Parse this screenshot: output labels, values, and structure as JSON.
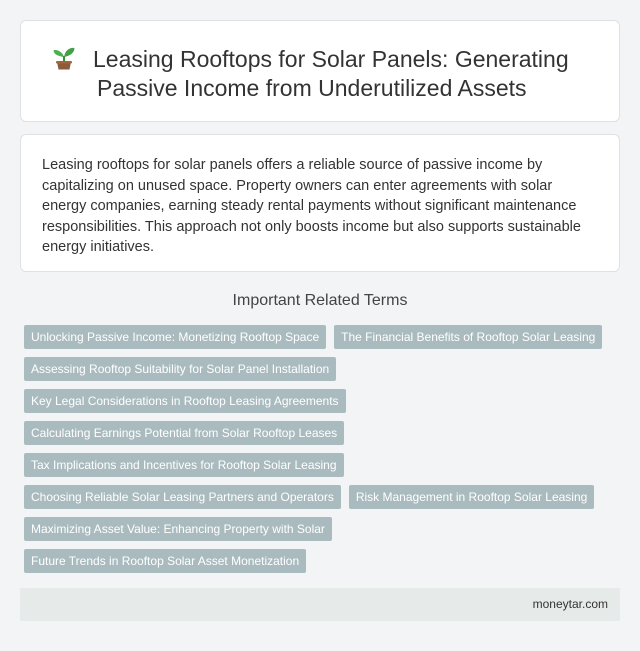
{
  "header": {
    "icon": "seedling-icon",
    "title_line1": "Leasing Rooftops for Solar Panels: Generating",
    "title_line2": "Passive Income from Underutilized Assets"
  },
  "intro": {
    "text": "Leasing rooftops for solar panels offers a reliable source of passive income by capitalizing on unused space. Property owners can enter agreements with solar energy companies, earning steady rental payments without significant maintenance responsibilities. This approach not only boosts income but also supports sustainable energy initiatives."
  },
  "related": {
    "heading": "Important Related Terms",
    "rows": [
      [
        "Unlocking Passive Income: Monetizing Rooftop Space",
        "The Financial Benefits of Rooftop Solar Leasing"
      ],
      [
        "Assessing Rooftop Suitability for Solar Panel Installation"
      ],
      [
        "Key Legal Considerations in Rooftop Leasing Agreements"
      ],
      [
        "Calculating Earnings Potential from Solar Rooftop Leases"
      ],
      [
        "Tax Implications and Incentives for Rooftop Solar Leasing"
      ],
      [
        "Choosing Reliable Solar Leasing Partners and Operators",
        "Risk Management in Rooftop Solar Leasing"
      ],
      [
        "Maximizing Asset Value: Enhancing Property with Solar"
      ],
      [
        "Future Trends in Rooftop Solar Asset Monetization"
      ]
    ]
  },
  "footer": {
    "site": "moneytar.com"
  },
  "colors": {
    "tag_bg": "#aabbbf",
    "page_bg": "#f2f4f5",
    "footer_bg": "#e6ebea"
  }
}
